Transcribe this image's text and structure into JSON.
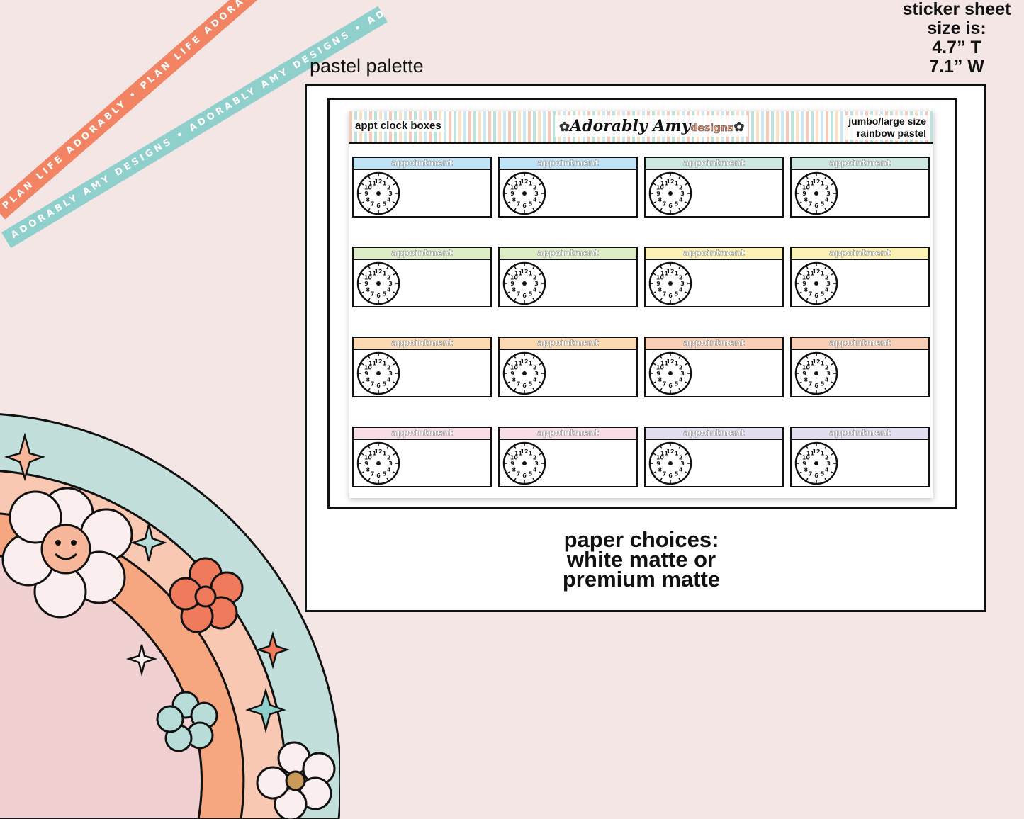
{
  "ribbons": {
    "coral": "PLAN LIFE ADORABLY • PLAN LIFE ADORABLY • PLAN LIFE ADORABLY •",
    "teal": "ADORABLY AMY DESIGNS • ADORABLY AMY DESIGNS • ADORABLY AMY DESIGNS •"
  },
  "size_note": [
    "sticker sheet",
    "size is:",
    "4.7” T",
    "7.1” W"
  ],
  "palette_label": "pastel palette",
  "sheet": {
    "title": "appt clock boxes",
    "brand": "Adorably Amy",
    "brand_sub": "designs",
    "size_line1": "jumbo/large size",
    "size_line2": "rainbow pastel",
    "box_label": "appointment",
    "clock_numbers": [
      "12",
      "1",
      "2",
      "3",
      "4",
      "5",
      "6",
      "7",
      "8",
      "9",
      "10",
      "11"
    ]
  },
  "paper_choices": [
    "paper choices:",
    "white matte or",
    "premium matte"
  ],
  "colors": {
    "background": "#f5e6e6",
    "row_colors": [
      [
        "#bfe3f7",
        "#bfe3f7",
        "#cde8e3",
        "#cde8e3"
      ],
      [
        "#ddeec7",
        "#ddeec7",
        "#fbf2b4",
        "#fbf2b4"
      ],
      [
        "#fcd9b0",
        "#fcd9b0",
        "#f9cfb6",
        "#f9cfb6"
      ],
      [
        "#f9dde6",
        "#f9dde6",
        "#e4ddf0",
        "#e4ddf0"
      ]
    ],
    "rainbow": [
      "#c2dfdc",
      "#f9c8b3",
      "#f6a77f",
      "#f0d0d0"
    ]
  }
}
